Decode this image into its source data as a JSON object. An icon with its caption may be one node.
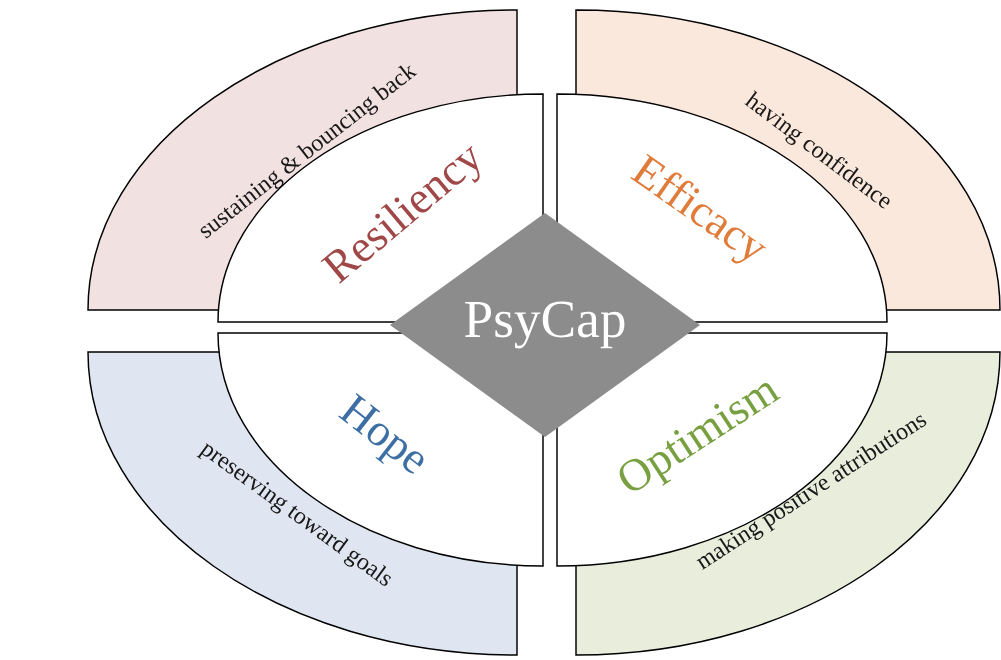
{
  "diagram": {
    "nodes": [
      {
        "text": [
          "sustaining & bouncing back"
        ]
      },
      {
        "text": [
          "Resiliency"
        ]
      },
      {
        "text": [
          "having confidence"
        ]
      },
      {
        "text": [
          "Efficacy"
        ]
      },
      {
        "text": [
          "PsyCap"
        ]
      },
      {
        "text": [
          "Hope"
        ]
      },
      {
        "text": [
          "preserving toward goals"
        ]
      },
      {
        "text": [
          "Optimism"
        ]
      },
      {
        "text": [
          "making positive attributions"
        ]
      }
    ]
  }
}
